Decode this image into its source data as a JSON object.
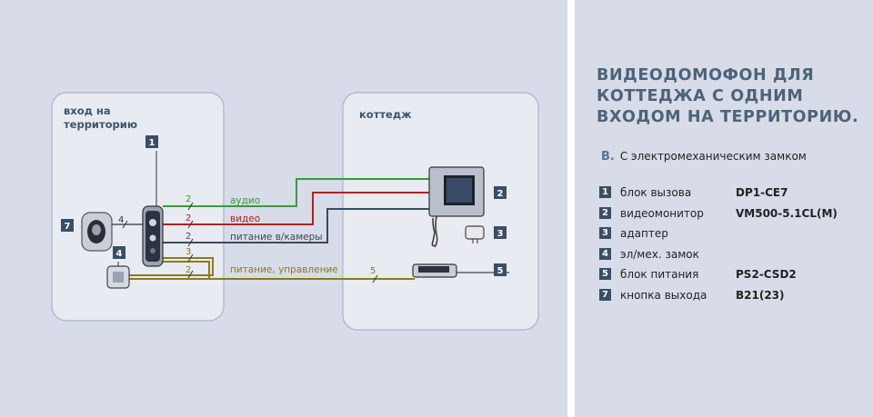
{
  "title_lines": [
    "ВИДЕОДОМОФОН ДЛЯ",
    "КОТТЕДЖА С ОДНИМ",
    "ВХОДОМ НА ТЕРРИТОРИЮ."
  ],
  "subtitle": {
    "letter": "B.",
    "text": "С электромеханическим замком"
  },
  "diagram": {
    "zone_entrance": [
      "вход на",
      "территорию"
    ],
    "zone_cottage": "коттедж",
    "wires": [
      {
        "label": "аудио",
        "count": "2",
        "color": "#3a9a3a"
      },
      {
        "label": "видео",
        "count": "2",
        "color": "#b02222"
      },
      {
        "label": "питание в/камеры",
        "count": "2",
        "color": "#3a4a5e"
      },
      {
        "label": "",
        "count": "3",
        "color": "#8a7a1c"
      },
      {
        "label": "питание, управление",
        "count": "2",
        "color": "#8a7a1c"
      }
    ],
    "wire_power_count": "5",
    "wire_button_count": "4",
    "labels": [
      "1",
      "2",
      "3",
      "4",
      "5",
      "7"
    ]
  },
  "legend": [
    {
      "num": "1",
      "text": "блок вызова",
      "code": "DP1-CE7"
    },
    {
      "num": "2",
      "text": "видеомонитор",
      "code": "VM500-5.1CL(M)"
    },
    {
      "num": "3",
      "text": "адаптер",
      "code": ""
    },
    {
      "num": "4",
      "text": "эл/мех. замок",
      "code": ""
    },
    {
      "num": "5",
      "text": "блок питания",
      "code": "PS2-CSD2"
    },
    {
      "num": "7",
      "text": "кнопка выхода",
      "code": "B21(23)"
    }
  ],
  "colors": {
    "accent": "#4e6279",
    "box": "#3a4e66"
  }
}
